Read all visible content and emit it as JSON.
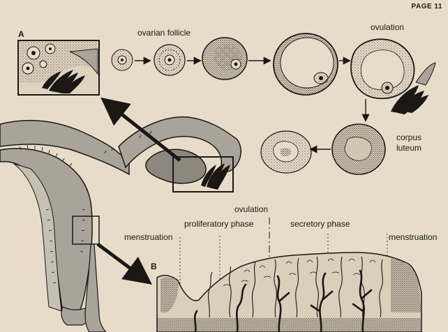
{
  "page": {
    "number_label": "PAGE 11"
  },
  "panel_a": {
    "letter": "A",
    "labels": {
      "ovarian_follicle": "ovarian follicle",
      "ovulation": "ovulation",
      "corpus_luteum_line1": "corpus",
      "corpus_luteum_line2": "luteum"
    }
  },
  "panel_b": {
    "letter": "B",
    "labels": {
      "ovulation": "ovulation",
      "menstruation_left": "menstruation",
      "proliferatory_phase": "proliferatory phase",
      "secretory_phase": "secretory phase",
      "menstruation_right": "menstruation"
    }
  },
  "colors": {
    "paper": "#e6dcc9",
    "ink": "#1a1714",
    "uterus_fill": "#a9a39a",
    "uterus_dark": "#8d877e",
    "tissue_fill": "#d9cfbb",
    "stipple": "#6b6358"
  }
}
